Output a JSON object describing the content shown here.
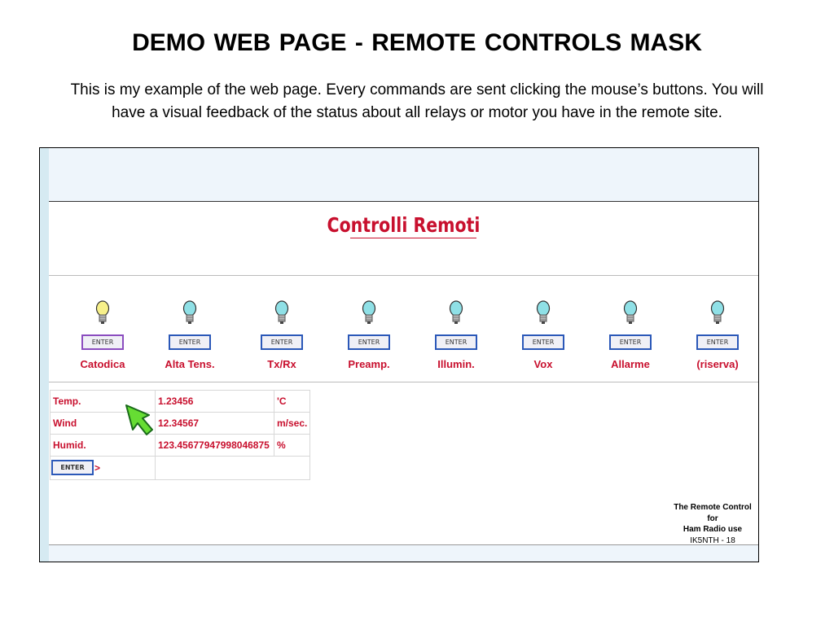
{
  "slide": {
    "title": "DEMO WEB PAGE  -  REMOTE  CONTROLS  MASK",
    "description": "This is my example of the web page. Every commands are sent clicking the mouse’s buttons.  You will have a visual feedback of the status about all relays or motor you have in the remote site."
  },
  "page": {
    "heading": "Controlli Remoti",
    "enter_label": "ENTER",
    "relays": [
      {
        "label": "Catodica",
        "state": "on"
      },
      {
        "label": "Alta Tens.",
        "state": "off"
      },
      {
        "label": "Tx/Rx",
        "state": "off"
      },
      {
        "label": "Preamp.",
        "state": "off"
      },
      {
        "label": "Illumin.",
        "state": "off"
      },
      {
        "label": "Vox",
        "state": "off"
      },
      {
        "label": "Allarme",
        "state": "off"
      },
      {
        "label": "(riserva)",
        "state": "off"
      }
    ],
    "sensors": [
      {
        "name": "Temp.",
        "value": "1.23456",
        "unit": "'C"
      },
      {
        "name": "Wind",
        "value": "12.34567",
        "unit": "m/sec."
      },
      {
        "name": "Humid.",
        "value": "123.45677947998046875",
        "unit": "%"
      }
    ],
    "submit_suffix": ">"
  },
  "credit": {
    "line1": "The  Remote Control",
    "line2": "for",
    "line3": "Ham Radio  use",
    "line4": "IK5NTH - 18"
  },
  "colors": {
    "label_red": "#c8102e",
    "bulb_on": "#f7f08a",
    "bulb_off": "#8fe0e6",
    "button_border_blue": "#2b58b8",
    "button_border_purple": "#8b4dbf",
    "arrow_green": "#66dd33"
  }
}
